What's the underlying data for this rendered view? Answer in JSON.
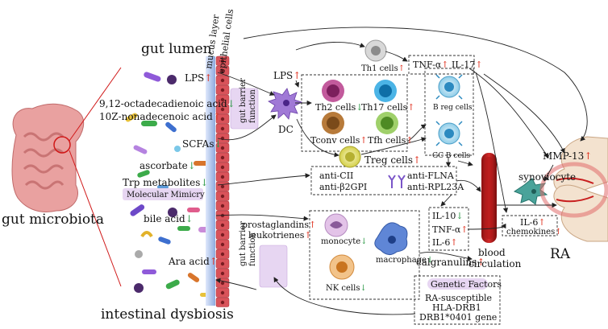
{
  "labels": {
    "gut_lumen": "gut lumen",
    "mucus_layer": "mucus layer",
    "epithelial_cells": "epithelial cells",
    "gut_microbiota": "gut microbiota",
    "intestinal_dysbiosis": "intestinal dysbiosis",
    "ra": "RA",
    "blood_circulation_1": "blood",
    "blood_circulation_2": "circulation",
    "synoviocyte": "synoviocyte",
    "mmp13": "MMP-13",
    "dc": "DC",
    "gut_barrier_1": "gut barrier",
    "gut_barrier_2": "function",
    "molecular_mimicry": "Molecular Mimicry",
    "genetic_factors": "Genetic Factors",
    "ra_susceptible": "RA-susceptible",
    "hla_drb1": "HLA-DRB1",
    "drb1_gene": "DRB1*0401 gene"
  },
  "metabolites": {
    "lps": "LPS",
    "octadecadienoic": "9,12-octadecadienoic acid",
    "nonadecenoic": "10Z-nonadecenoic acid",
    "scfas": "SCFAs",
    "ascorbate": "ascorbate",
    "trp": "Trp metabolites",
    "bile_acid": "bile acid",
    "ara_acid": "Ara acid",
    "lps_right": "LPS",
    "prostaglandins": "prostaglandins",
    "leukotrienes": "leukotrienes",
    "calgranulins": "calgranulins"
  },
  "cells": {
    "th1": "Th1 cells",
    "th2": "Th2 cells",
    "th17": "Th17 cells",
    "tconv": "Tconv cells",
    "tfh": "Tfh cells",
    "treg": "Treg cells",
    "breg": "B reg cells",
    "gcb": "GC B cells",
    "monocyte": "monocyte",
    "macrophage": "macrophage",
    "nk": "NK cells"
  },
  "cytokines": {
    "tnfa_top": "TNF-α",
    "il17": "IL-17",
    "il10": "IL-10",
    "tnfa": "TNF-α",
    "il6": "IL-6",
    "il6_joint": "IL-6",
    "chemokines": "chemokines"
  },
  "antibodies": {
    "anti_cii": "anti-CII",
    "anti_b2gpi": "anti-β2GPI",
    "anti_flna": "anti-FLNA",
    "anti_rpl23a": "anti-RPL23A"
  },
  "arrows": {
    "up": "↑",
    "down": "↓"
  },
  "colors": {
    "up_arrow": "#e0301e",
    "down_arrow": "#2e9a48",
    "mucus": "#9fb7e6",
    "epithelium": "#d9535a",
    "barrier_box": "#e7d6f2",
    "mimicry_box": "#e7d6f2"
  }
}
